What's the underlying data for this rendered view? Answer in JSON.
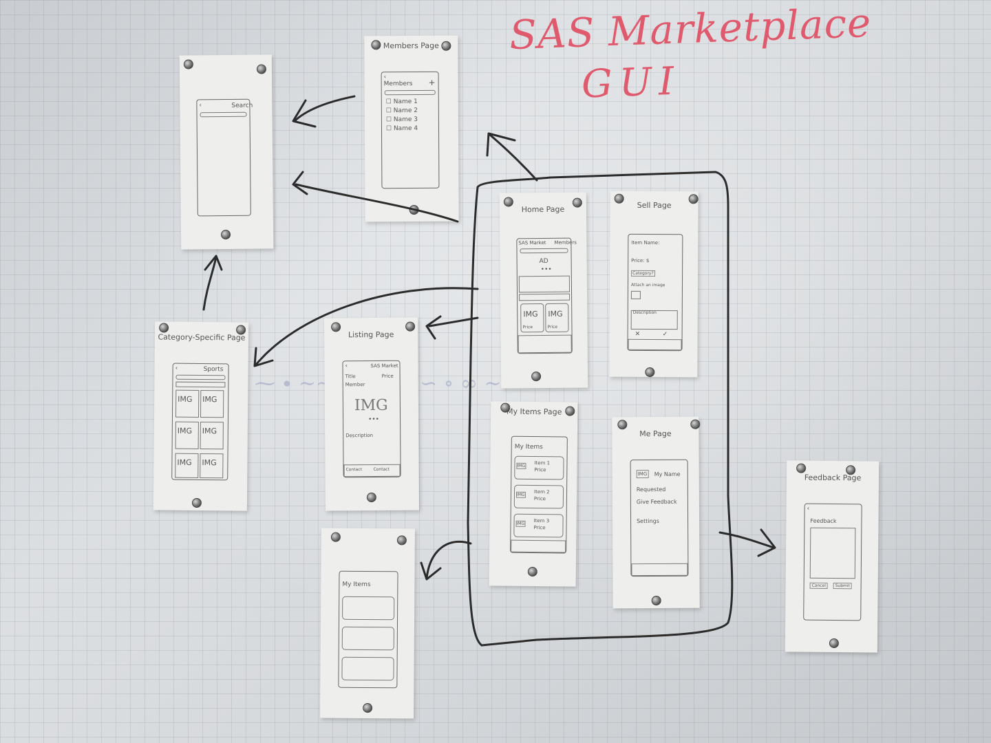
{
  "whiteboard": {
    "title_line1": "SAS Marketplace",
    "title_line2": "GUI"
  },
  "sheets": {
    "search": {
      "search_label": "Search"
    },
    "members": {
      "caption": "Members Page",
      "header": "Members",
      "rows": [
        "Name 1",
        "Name 2",
        "Name 3",
        "Name 4"
      ]
    },
    "home": {
      "caption": "Home Page",
      "header_left": "SAS Market",
      "header_right": "Members",
      "ad": "AD",
      "img": "IMG",
      "price": "Price"
    },
    "sell": {
      "caption": "Sell Page",
      "item_name": "Item Name:",
      "price": "Price: $",
      "category": "Category?",
      "attach": "Attach an image",
      "description": "Description"
    },
    "category": {
      "caption": "Category-Specific Page",
      "header": "Sports",
      "img": "IMG"
    },
    "listing": {
      "caption": "Listing Page",
      "header_right": "SAS Market",
      "title": "Title",
      "price": "Price",
      "member": "Member",
      "img": "IMG",
      "description": "Description",
      "contact": "Contact"
    },
    "my_items": {
      "caption": "My Items Page",
      "header": "My Items",
      "items": [
        {
          "img": "IMG",
          "name": "Item 1",
          "price": "Price"
        },
        {
          "img": "IMG",
          "name": "Item 2",
          "price": "Price"
        },
        {
          "img": "IMG",
          "name": "Item 3",
          "price": "Price"
        }
      ]
    },
    "my_items_edit": {
      "header": "My Items"
    },
    "me": {
      "caption": "Me Page",
      "img": "IMG",
      "name": "My Name",
      "rows": [
        "Requested",
        "Give Feedback",
        "Settings"
      ]
    },
    "feedback": {
      "caption": "Feedback Page",
      "header": "Feedback",
      "cancel": "Cancel",
      "submit": "Submit"
    }
  },
  "colors": {
    "title_red": "#e05a6e",
    "marker_black": "#2b2b2b",
    "paper": "#eeeeec",
    "board": "#d6d9dc"
  }
}
